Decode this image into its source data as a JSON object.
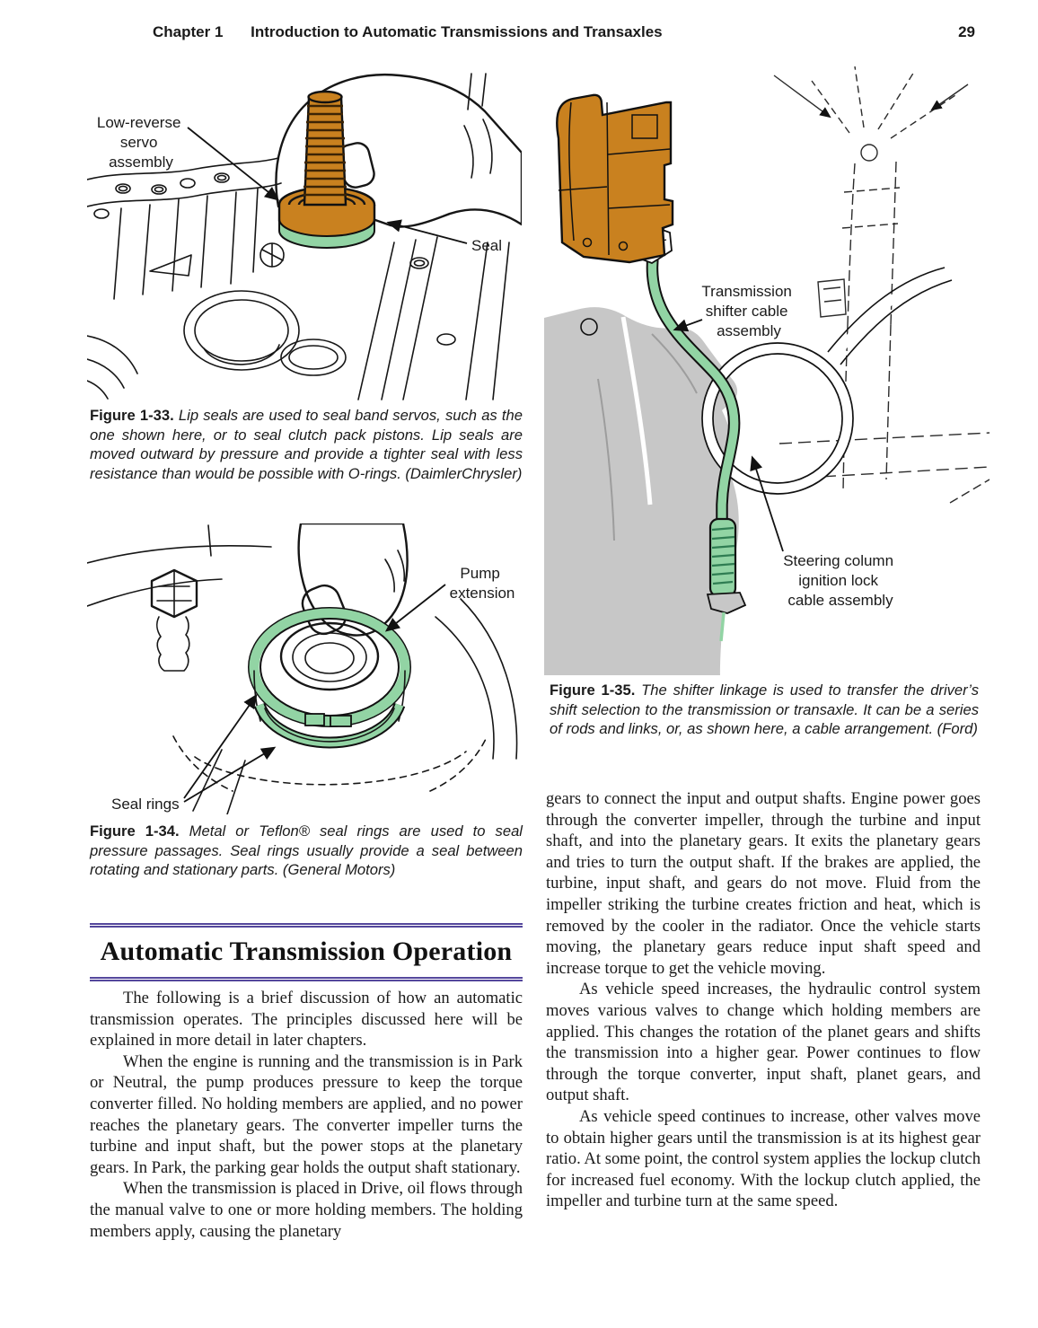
{
  "colors": {
    "purple": "#54479c",
    "orange": "#c9811f",
    "green": "#92d4a4",
    "greendark": "#2f7d52",
    "gray": "#c7c7c7",
    "ink": "#161616"
  },
  "header": {
    "chapter": "Chapter 1",
    "title": "Introduction to Automatic Transmissions and Transaxles",
    "page_number": "29"
  },
  "fig33": {
    "label_servo": [
      "Low-reverse",
      "servo",
      "assembly"
    ],
    "label_seal": "Seal",
    "caption_label": "Figure 1-33.",
    "caption": "Lip seals are used to seal band servos, such as the one shown here, or to seal clutch pack pistons. Lip seals are moved outward by pressure and provide a tighter seal with less resistance than would be possible with O-rings. (DaimlerChrysler)"
  },
  "fig34": {
    "label_pump": [
      "Pump",
      "extension"
    ],
    "label_rings": "Seal rings",
    "caption_label": "Figure 1-34.",
    "caption": "Metal or Teflon® seal rings are used to seal pressure passages. Seal rings usually provide a seal between rotating and stationary parts. (General Motors)"
  },
  "fig35": {
    "label_shifter": [
      "Transmission",
      "shifter cable",
      "assembly"
    ],
    "label_steering": [
      "Steering column",
      "ignition lock",
      "cable assembly"
    ],
    "caption_label": "Figure 1-35.",
    "caption": "The shifter linkage is used to transfer the driver’s shift selection to the transmission or transaxle. It can be a series of rods and links, or, as shown here, a cable arrangement. (Ford)"
  },
  "section": {
    "heading": "Automatic Transmission Operation",
    "paragraphs_left": [
      "The following is a brief discussion of how an automatic transmission operates. The principles discussed here will be explained in more detail in later chapters.",
      "When the engine is running and the transmission is in Park or Neutral, the pump produces pressure to keep the torque converter filled. No holding members are applied, and no power reaches the planetary gears. The converter impeller turns the turbine and input shaft, but the power stops at the planetary gears. In Park, the parking gear holds the output shaft stationary.",
      "When the transmission is placed in Drive, oil flows through the manual valve to one or more holding members. The holding members apply, causing the planetary"
    ],
    "paragraphs_right": [
      "gears to connect the input and output shafts. Engine power goes through the converter impeller, through the turbine and input shaft, and into the planetary gears. It exits the planetary gears and tries to turn the output shaft. If the brakes are applied, the turbine, input shaft, and gears do not move. Fluid from the impeller striking the turbine creates friction and heat, which is removed by the cooler in the radiator. Once the vehicle starts moving, the planetary gears reduce input shaft speed and increase torque to get the vehicle moving.",
      "As vehicle speed increases, the hydraulic control system moves various valves to change which holding members are applied. This changes the rotation of the planet gears and shifts the transmission into a higher gear. Power continues to flow through the torque converter, input shaft, planet gears, and output shaft.",
      "As vehicle speed continues to increase, other valves move to obtain higher gears until the transmission is at its highest gear ratio. At some point, the control system applies the lockup clutch for increased fuel economy. With the lockup clutch applied, the impeller and turbine turn at the same speed."
    ]
  }
}
